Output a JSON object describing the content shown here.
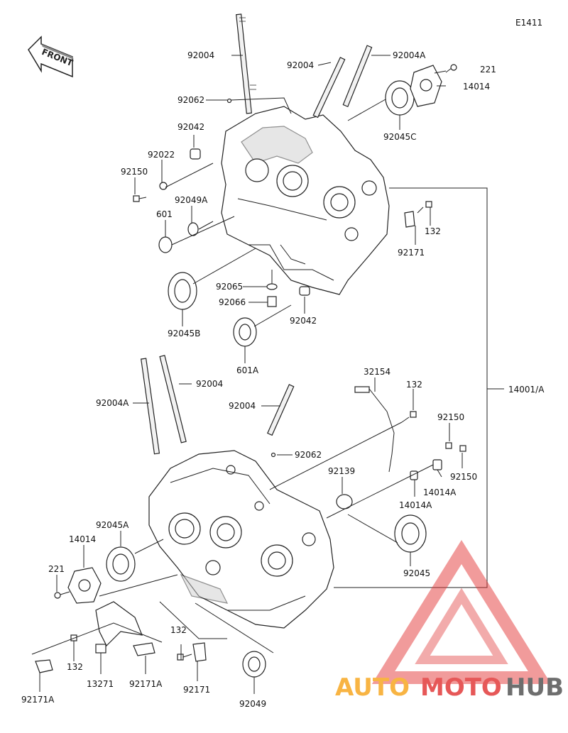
{
  "diagram_code": "E1411",
  "front_label": "FRONT",
  "watermark": {
    "text_a": "AUTO",
    "text_b": "MOTO",
    "text_c": "HUB",
    "color_red": "#e23b3b",
    "color_orange": "#f7a823",
    "color_gray": "#555555"
  },
  "part_labels": {
    "p92004_top": "92004",
    "p92004_top2": "92004",
    "p92004A_top": "92004A",
    "p221_top": "221",
    "p14014_top": "14014",
    "p92062_top": "92062",
    "p92045C": "92045C",
    "p92042_top": "92042",
    "p92022": "92022",
    "p92150_left": "92150",
    "p92049A": "92049A",
    "p601": "601",
    "p132_top": "132",
    "p92171_top": "92171",
    "p92065": "92065",
    "p92066": "92066",
    "p92045B": "92045B",
    "p92042_mid": "92042",
    "p601A": "601A",
    "p32154": "32154",
    "p132_mid": "132",
    "p14001A": "14001/A",
    "p92004A_bot": "92004A",
    "p92004_bot": "92004",
    "p92004_bot2": "92004",
    "p92062_bot": "92062",
    "p92150_r1": "92150",
    "p92150_r2": "92150",
    "p92139": "92139",
    "p14014A_1": "14014A",
    "p14014A_2": "14014A",
    "p92045A": "92045A",
    "p14014_bot": "14014",
    "p92045": "92045",
    "p221_bot": "221",
    "p132_bot1": "132",
    "p132_bot2": "132",
    "p13271": "13271",
    "p92171A_1": "92171A",
    "p92171A_2": "92171A",
    "p92171_bot": "92171",
    "p92049": "92049"
  }
}
